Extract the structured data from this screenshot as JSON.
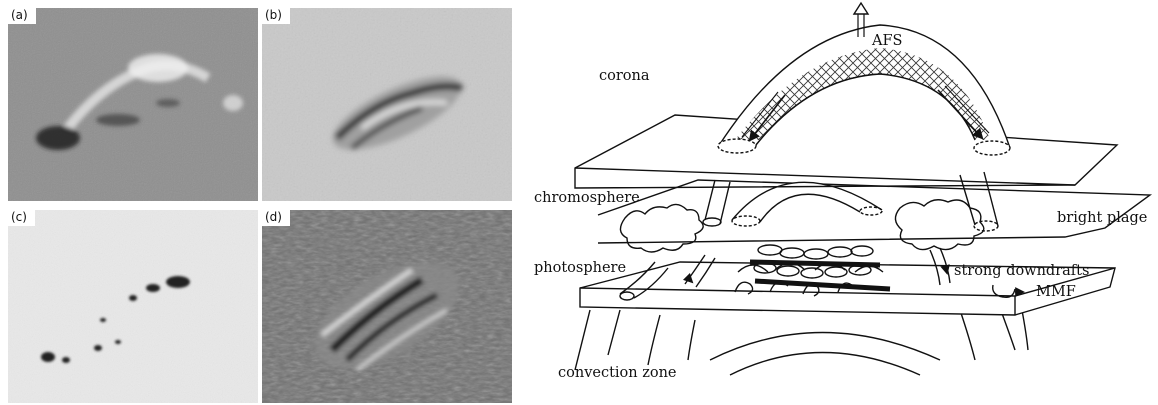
{
  "panels": {
    "a": {
      "label": "(a)"
    },
    "b": {
      "label": "(b)"
    },
    "c": {
      "label": "(c)"
    },
    "d": {
      "label": "(d)"
    }
  },
  "diagram": {
    "labels": {
      "afs": "AFS",
      "corona": "corona",
      "chromosphere": "chromosphere",
      "bright_plage": "bright plage",
      "photosphere": "photosphere",
      "strong_downdrafts": "strong downdrafts",
      "mmf": "MMF",
      "convection_zone": "convection zone"
    }
  },
  "colors": {
    "panel_a_bg": "#8f8f8f",
    "panel_b_bg": "#c9c9c9",
    "panel_c_bg": "#e9e9e9",
    "panel_d_bg": "#6f6f6f",
    "ink": "#111111"
  }
}
